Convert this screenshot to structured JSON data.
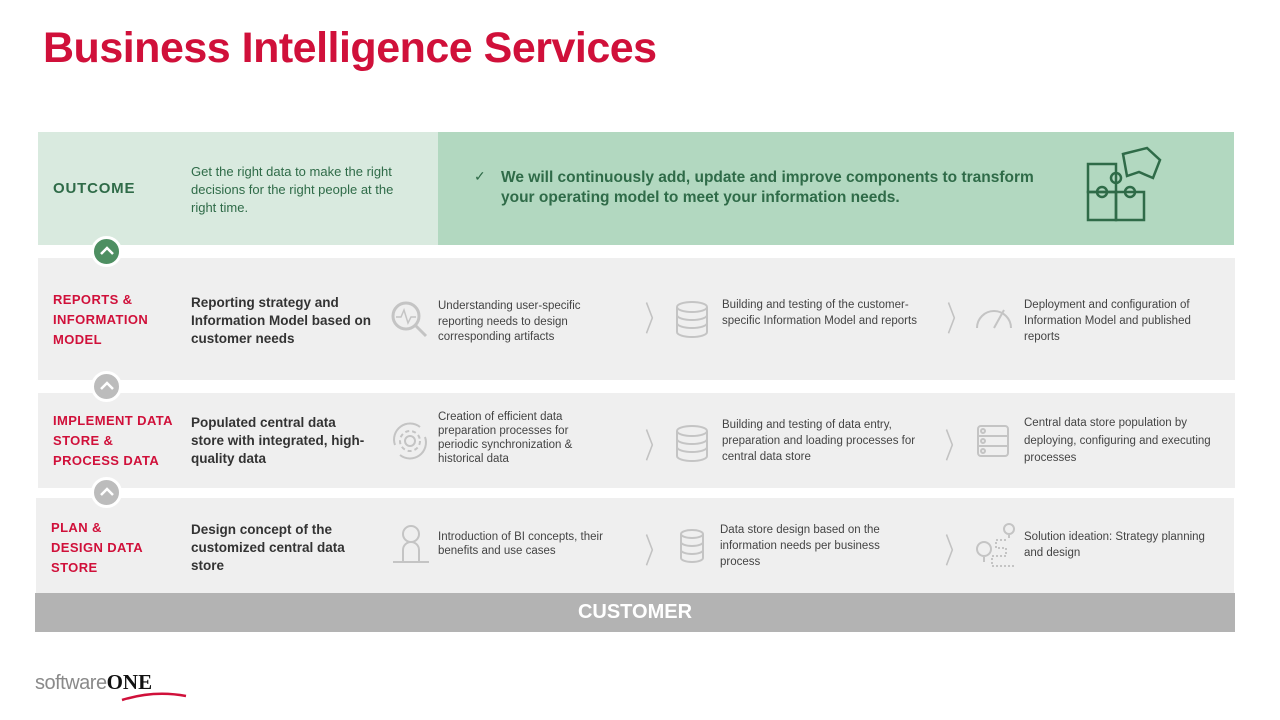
{
  "title": "Business Intelligence Services",
  "outcome": {
    "label": "OUTCOME",
    "desc": "Get the right data to make the right decisions for the right people at the right time.",
    "check": "✓",
    "statement": "We will continuously add, update and improve components to transform your operating model to meet your information needs.",
    "icon": "puzzle-icon"
  },
  "rows": [
    {
      "label": "REPORTS & INFORMATION MODEL",
      "desc": "Reporting strategy and Information Model based on customer needs",
      "steps": [
        {
          "icon": "magnifier-pulse-icon",
          "text": "Understanding user-specific reporting needs to design corresponding artifacts"
        },
        {
          "icon": "database-icon",
          "text": "Building and testing of the customer-specific Information Model and reports"
        },
        {
          "icon": "gauge-icon",
          "text": "Deployment and configuration of Information Model and published reports"
        }
      ]
    },
    {
      "label": "IMPLEMENT DATA STORE & PROCESS DATA",
      "desc": "Populated central data store with integrated, high-quality data",
      "steps": [
        {
          "icon": "gear-cycle-icon",
          "text": "Creation of efficient data preparation processes for periodic synchronization & historical data"
        },
        {
          "icon": "database-icon",
          "text": "Building and testing of data entry, preparation and loading processes for central data store"
        },
        {
          "icon": "server-database-icon",
          "text": "Central data store population by deploying, configuring and executing processes"
        }
      ]
    },
    {
      "label": "PLAN & DESIGN DATA STORE",
      "desc": "Design concept of the customized central data store",
      "steps": [
        {
          "icon": "idea-person-icon",
          "text": "Introduction of BI concepts, their benefits and use cases"
        },
        {
          "icon": "database-icon",
          "text": "Data store design based on the information needs per business process"
        },
        {
          "icon": "route-pins-icon",
          "text": "Solution ideation: Strategy planning and design"
        }
      ]
    }
  ],
  "customer": "CUSTOMER",
  "logo": "softwareONE",
  "colors": {
    "brand": "#d0103a",
    "green_dark": "#2f6b48",
    "green_light": "#d9eadf",
    "green_mid": "#b2d8c0",
    "gray_row": "#efefef",
    "customer_bar": "#b3b3b3"
  }
}
